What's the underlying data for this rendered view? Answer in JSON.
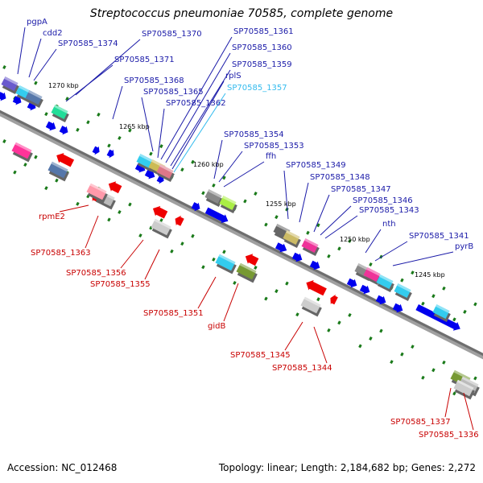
{
  "title": "Streptococcus pneumoniae 70585, complete genome",
  "footer": {
    "accession": "Accession: NC_012468",
    "topology": "Topology: linear; Length: 2,184,682 bp; Genes: 2,272"
  },
  "colors": {
    "forward_label": "#1a1aa8",
    "reverse_label": "#c80000",
    "highlight_label": "#33bbee",
    "backbone": "#7f7f7f",
    "forward_arrow": "#0000ee",
    "reverse_arrow": "#ee0000",
    "tick": "#1a7a1a"
  },
  "ticks": [
    "1270 kbp",
    "1265 kbp",
    "1260 kbp",
    "1255 kbp",
    "1250 kbp",
    "1245 kbp"
  ],
  "forward_labels": [
    "pgpA",
    "cdd2",
    "SP70585_1374",
    "SP70585_1370",
    "SP70585_1371",
    "SP70585_1368",
    "SP70585_1365",
    "SP70585_1362",
    "SP70585_1361",
    "SP70585_1360",
    "SP70585_1359",
    "rplS",
    "SP70585_1357",
    "SP70585_1354",
    "SP70585_1353",
    "ffh",
    "SP70585_1349",
    "SP70585_1348",
    "SP70585_1347",
    "SP70585_1346",
    "SP70585_1343",
    "nth",
    "SP70585_1341",
    "pyrB"
  ],
  "reverse_labels": [
    "rpmE2",
    "SP70585_1363",
    "SP70585_1356",
    "SP70585_1355",
    "SP70585_1351",
    "gidB",
    "SP70585_1345",
    "SP70585_1344",
    "SP70585_1337",
    "SP70585_1336"
  ]
}
